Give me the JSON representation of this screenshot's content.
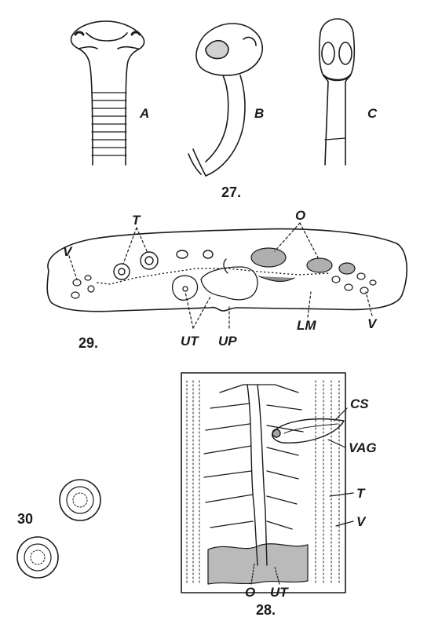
{
  "plate": {
    "fig27": {
      "number": "27.",
      "labels": {
        "a": "A",
        "b": "B",
        "c": "C"
      }
    },
    "fig29": {
      "number": "29.",
      "labels": {
        "v_left": "V",
        "t": "T",
        "o": "O",
        "ut": "UT",
        "up": "UP",
        "lm": "LM",
        "v_right": "V"
      }
    },
    "fig28": {
      "number": "28.",
      "labels": {
        "cs": "CS",
        "vag": "VAG",
        "t": "T",
        "v": "V",
        "o": "O",
        "ut": "UT"
      }
    },
    "fig30": {
      "number": "30"
    }
  },
  "colors": {
    "ink": "#1a1a1a",
    "paper": "#ffffff"
  }
}
